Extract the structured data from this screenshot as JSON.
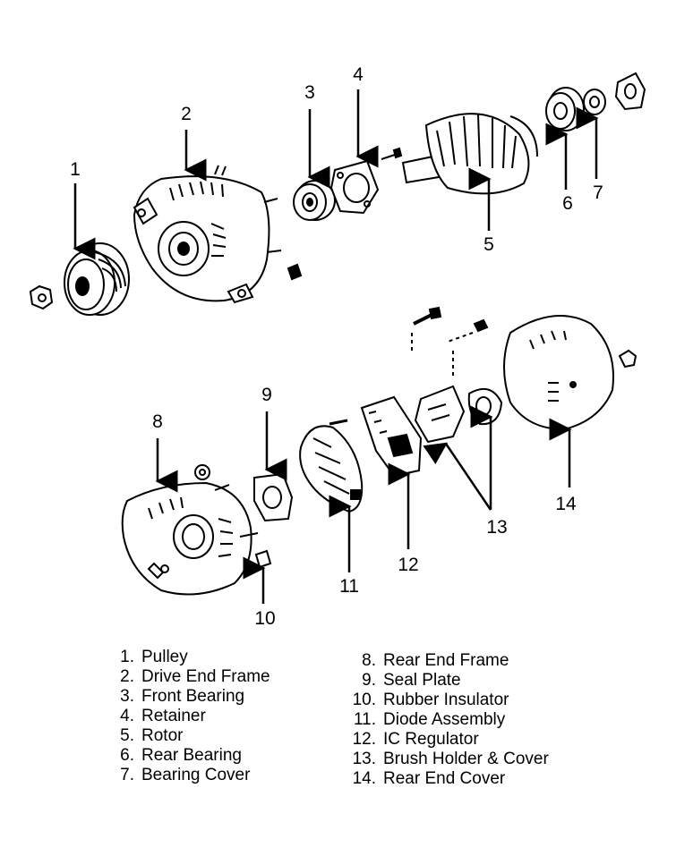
{
  "callouts": {
    "c1": "1",
    "c2": "2",
    "c3": "3",
    "c4": "4",
    "c5": "5",
    "c6": "6",
    "c7": "7",
    "c8": "8",
    "c9": "9",
    "c10": "10",
    "c11": "11",
    "c12": "12",
    "c13": "13",
    "c14": "14"
  },
  "legend": {
    "left": [
      {
        "num": "1.",
        "label": "Pulley"
      },
      {
        "num": "2.",
        "label": "Drive End Frame"
      },
      {
        "num": "3.",
        "label": "Front Bearing"
      },
      {
        "num": "4.",
        "label": "Retainer"
      },
      {
        "num": "5.",
        "label": "Rotor"
      },
      {
        "num": "6.",
        "label": "Rear Bearing"
      },
      {
        "num": "7.",
        "label": "Bearing Cover"
      }
    ],
    "right": [
      {
        "num": "8.",
        "label": "Rear End Frame"
      },
      {
        "num": "9.",
        "label": "Seal Plate"
      },
      {
        "num": "10.",
        "label": "Rubber Insulator"
      },
      {
        "num": "11.",
        "label": "Diode Assembly"
      },
      {
        "num": "12.",
        "label": "IC Regulator"
      },
      {
        "num": "13.",
        "label": "Brush Holder & Cover"
      },
      {
        "num": "14.",
        "label": "Rear End Cover"
      }
    ]
  }
}
